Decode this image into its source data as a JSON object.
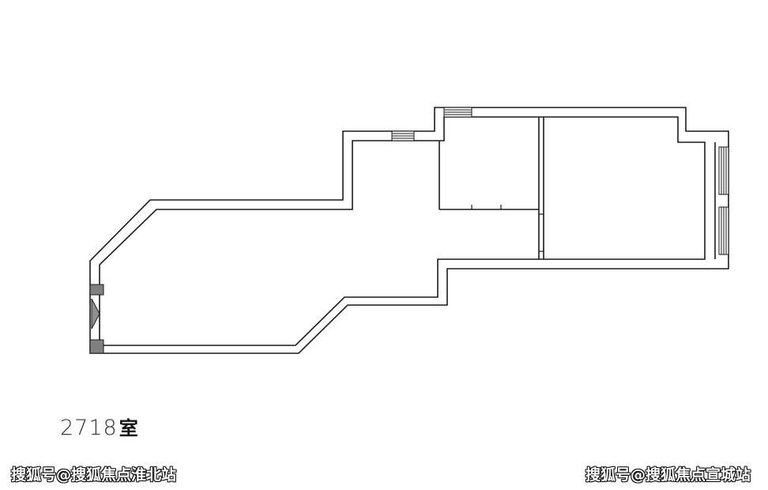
{
  "plan": {
    "room_number": "2718",
    "room_suffix": "室"
  },
  "watermarks": {
    "left": "搜狐号@搜狐焦点淮北站",
    "right": "搜狐号@搜狐焦点宣城站"
  }
}
